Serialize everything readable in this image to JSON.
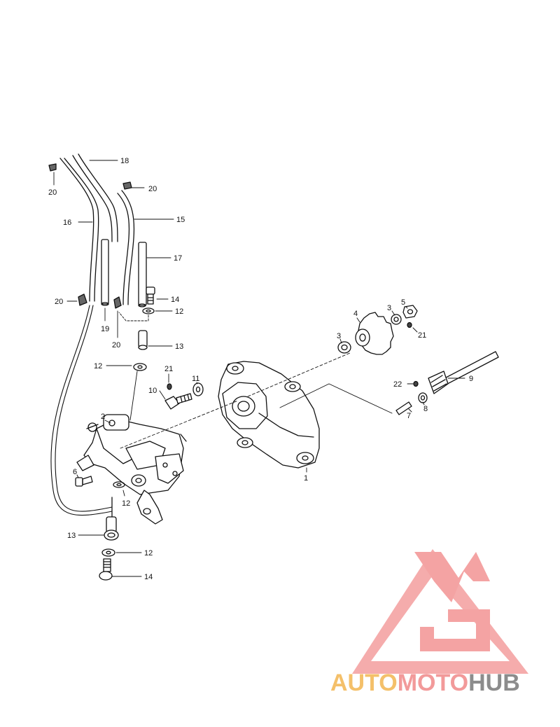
{
  "callouts": {
    "c1": "1",
    "c2": "2",
    "c3a": "3",
    "c3b": "3",
    "c4": "4",
    "c5": "5",
    "c6": "6",
    "c7": "7",
    "c8": "8",
    "c9": "9",
    "c10": "10",
    "c11": "11",
    "c12a": "12",
    "c12b": "12",
    "c12c": "12",
    "c12d": "12",
    "c13a": "13",
    "c13b": "13",
    "c14a": "14",
    "c14b": "14",
    "c15": "15",
    "c16": "16",
    "c17": "17",
    "c18": "18",
    "c19": "19",
    "c20a": "20",
    "c20b": "20",
    "c20c": "20",
    "c20d": "20",
    "c21a": "21",
    "c21b": "21",
    "c22": "22"
  },
  "watermark": {
    "part1": "AUTO",
    "part2": "MOTO",
    "part3": "HUB",
    "color1": "#f4c06a",
    "color2": "#f29a9a",
    "color3": "#8c8c8c",
    "triangle_color": "#f4a3a3"
  }
}
